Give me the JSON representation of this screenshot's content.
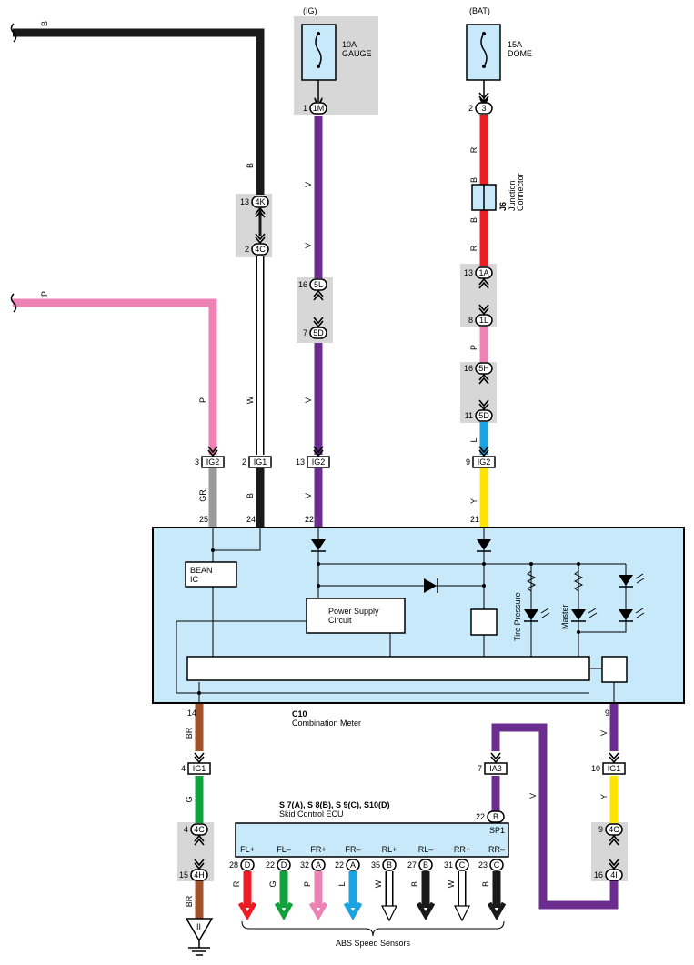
{
  "colors": {
    "B": "#1a1a1a",
    "P": "#ee82b4",
    "V": "#6b2d8f",
    "R": "#ee1c25",
    "L": "#1aa3e0",
    "Y": "#ffe400",
    "GR": "#9a9a9a",
    "BR": "#a0522d",
    "G": "#12a13c",
    "W": "#ffffff",
    "meter_fill": "#c8e9f9",
    "splice_gray": "#d7d7d7"
  },
  "power": {
    "ig": {
      "label": "(IG)",
      "fuse_rating": "10A",
      "fuse_name": "GAUGE"
    },
    "bat": {
      "label": "(BAT)",
      "fuse_rating": "15A",
      "fuse_name": "DOME"
    }
  },
  "wire_labels": {
    "b_top": "B",
    "p_top": "P",
    "b_vert": "B",
    "v1": "V",
    "r1": "R",
    "b_j6a": "B",
    "b_j6b": "B",
    "r2": "R",
    "p_mid": "P",
    "v2": "V",
    "p_left": "P",
    "w_vert": "W",
    "l_vert": "L",
    "gr": "GR",
    "b_low": "B",
    "v3": "V",
    "y1": "Y",
    "br1": "BR",
    "g1": "G",
    "br2": "BR",
    "v4": "V",
    "v5": "V",
    "v6": "V",
    "y2": "Y"
  },
  "junction": {
    "id": "J6",
    "name": "Junction",
    "name2": "Connector"
  },
  "connectors": {
    "c1m": {
      "pin": "1",
      "id": "1M"
    },
    "c3": {
      "pin": "2",
      "id": "3"
    },
    "c4k": {
      "pin": "13",
      "id": "4K"
    },
    "c4c": {
      "pin": "2",
      "id": "4C"
    },
    "c5l": {
      "pin": "16",
      "id": "5L"
    },
    "c5d": {
      "pin": "7",
      "id": "5D"
    },
    "c1a": {
      "pin": "13",
      "id": "1A"
    },
    "c1l": {
      "pin": "8",
      "id": "1L"
    },
    "c5h": {
      "pin": "16",
      "id": "5H"
    },
    "c5d2": {
      "pin": "11",
      "id": "5D"
    },
    "ig2a": {
      "pin": "3",
      "id": "IG2"
    },
    "ig1a": {
      "pin": "2",
      "id": "IG1"
    },
    "ig2b": {
      "pin": "13",
      "id": "IG2"
    },
    "ig2c": {
      "pin": "9",
      "id": "IG2"
    },
    "ig1b": {
      "pin": "4",
      "id": "IG1"
    },
    "ia3": {
      "pin": "7",
      "id": "IA3"
    },
    "ig1c": {
      "pin": "10",
      "id": "IG1"
    },
    "c4c2": {
      "pin": "4",
      "id": "4C"
    },
    "c4h": {
      "pin": "15",
      "id": "4H"
    },
    "c4c3": {
      "pin": "9",
      "id": "4C"
    },
    "c4i": {
      "pin": "16",
      "id": "4I"
    },
    "sp1b": {
      "pin": "22",
      "id": "B"
    }
  },
  "meter": {
    "id": "C10",
    "name": "Combination Meter",
    "pins": {
      "p25": "25",
      "p24": "24",
      "p22": "22",
      "p21": "21",
      "p14": "14",
      "p9": "9"
    },
    "bean": "BEAN",
    "bean2": "IC",
    "power_supply": "Power Supply",
    "power_supply2": "Circuit",
    "tire_pressure": "Tire Pressure",
    "master": "Master"
  },
  "ecu": {
    "title": "S 7(A), S 8(B), S 9(C), S10(D)",
    "name": "Skid Control ECU",
    "connector": "SP1",
    "terminals": [
      {
        "name": "FL+",
        "pin": "28",
        "conn": "D",
        "wire": "R"
      },
      {
        "name": "FL–",
        "pin": "22",
        "conn": "D",
        "wire": "G"
      },
      {
        "name": "FR+",
        "pin": "32",
        "conn": "A",
        "wire": "P"
      },
      {
        "name": "FR–",
        "pin": "22",
        "conn": "A",
        "wire": "L"
      },
      {
        "name": "RL+",
        "pin": "35",
        "conn": "B",
        "wire": "W"
      },
      {
        "name": "RL–",
        "pin": "27",
        "conn": "B",
        "wire": "B"
      },
      {
        "name": "RR+",
        "pin": "31",
        "conn": "C",
        "wire": "W"
      },
      {
        "name": "RR–",
        "pin": "23",
        "conn": "C",
        "wire": "B"
      }
    ]
  },
  "sensors_label": "ABS Speed Sensors",
  "ground_label": "II"
}
